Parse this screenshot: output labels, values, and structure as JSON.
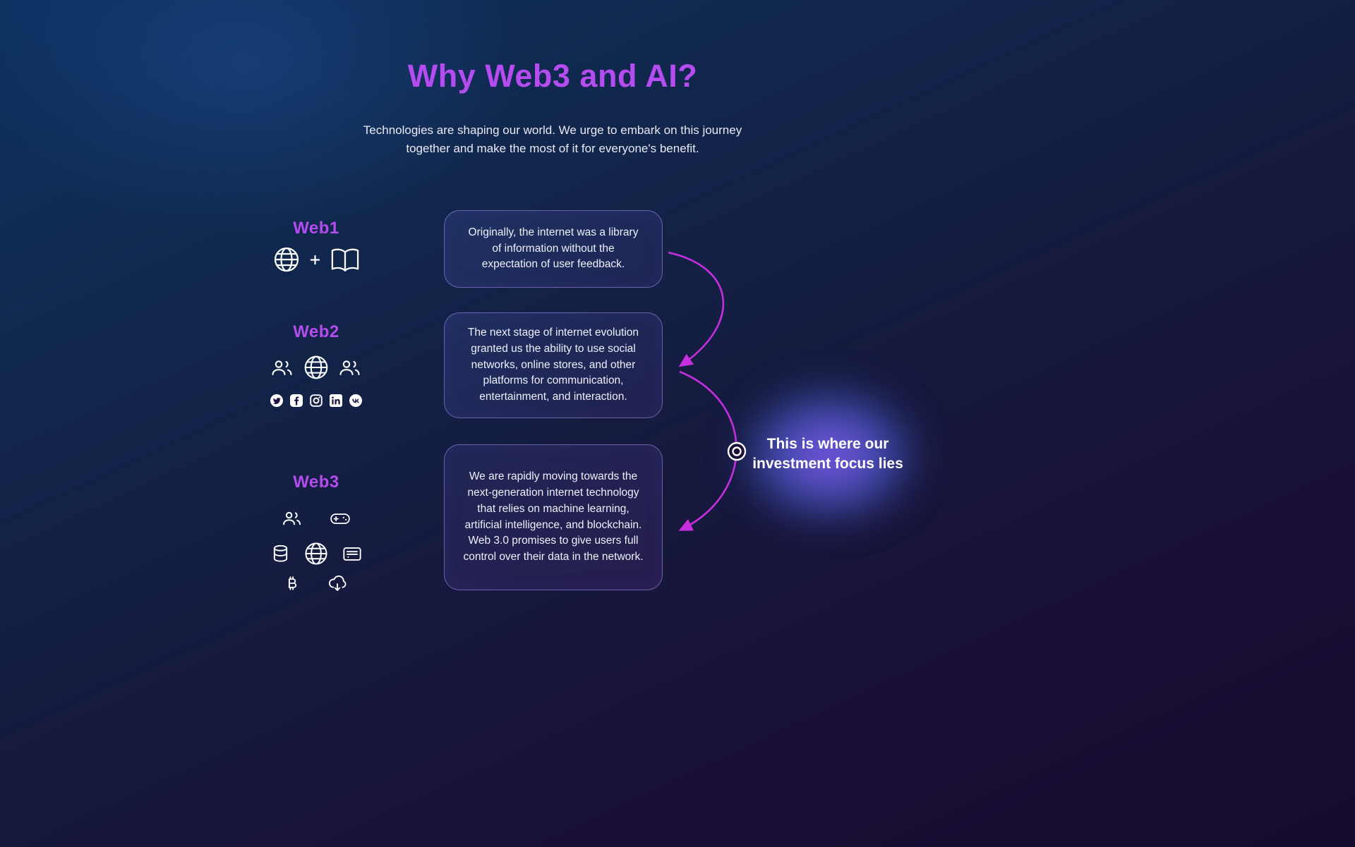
{
  "page": {
    "title": "Why Web3 and AI?",
    "subtitle": "Technologies are shaping our world. We urge to embark on this journey together and make the most of it for everyone's benefit."
  },
  "stages": [
    {
      "label": "Web1",
      "description": "Originally, the internet was a library of information without the expectation of user feedback.",
      "icons": [
        "globe-icon",
        "plus-icon",
        "open-book-icon"
      ]
    },
    {
      "label": "Web2",
      "description": "The next stage of internet evolution granted us the ability to use social networks, online stores, and other platforms for communication, entertainment, and interaction.",
      "icons": [
        "people-icon",
        "globe-icon",
        "people-icon",
        "twitter-icon",
        "facebook-icon",
        "instagram-icon",
        "linkedin-icon",
        "vk-icon"
      ]
    },
    {
      "label": "Web3",
      "description": "We are rapidly moving towards the next-generation internet technology that relies on machine learning, artificial intelligence, and blockchain. Web 3.0 promises to give users full control over their data in the network.",
      "icons": [
        "people-icon",
        "game-controller-icon",
        "coins-icon",
        "globe-icon",
        "server-icon",
        "bitcoin-icon",
        "cloud-download-icon"
      ]
    }
  ],
  "callout": {
    "text": "This is where our investment focus lies"
  },
  "colors": {
    "accent_purple": "#b44cf0",
    "connector_magenta": "#c52fe0",
    "card_border": "#a591eb",
    "text_light": "#eceaf6"
  }
}
